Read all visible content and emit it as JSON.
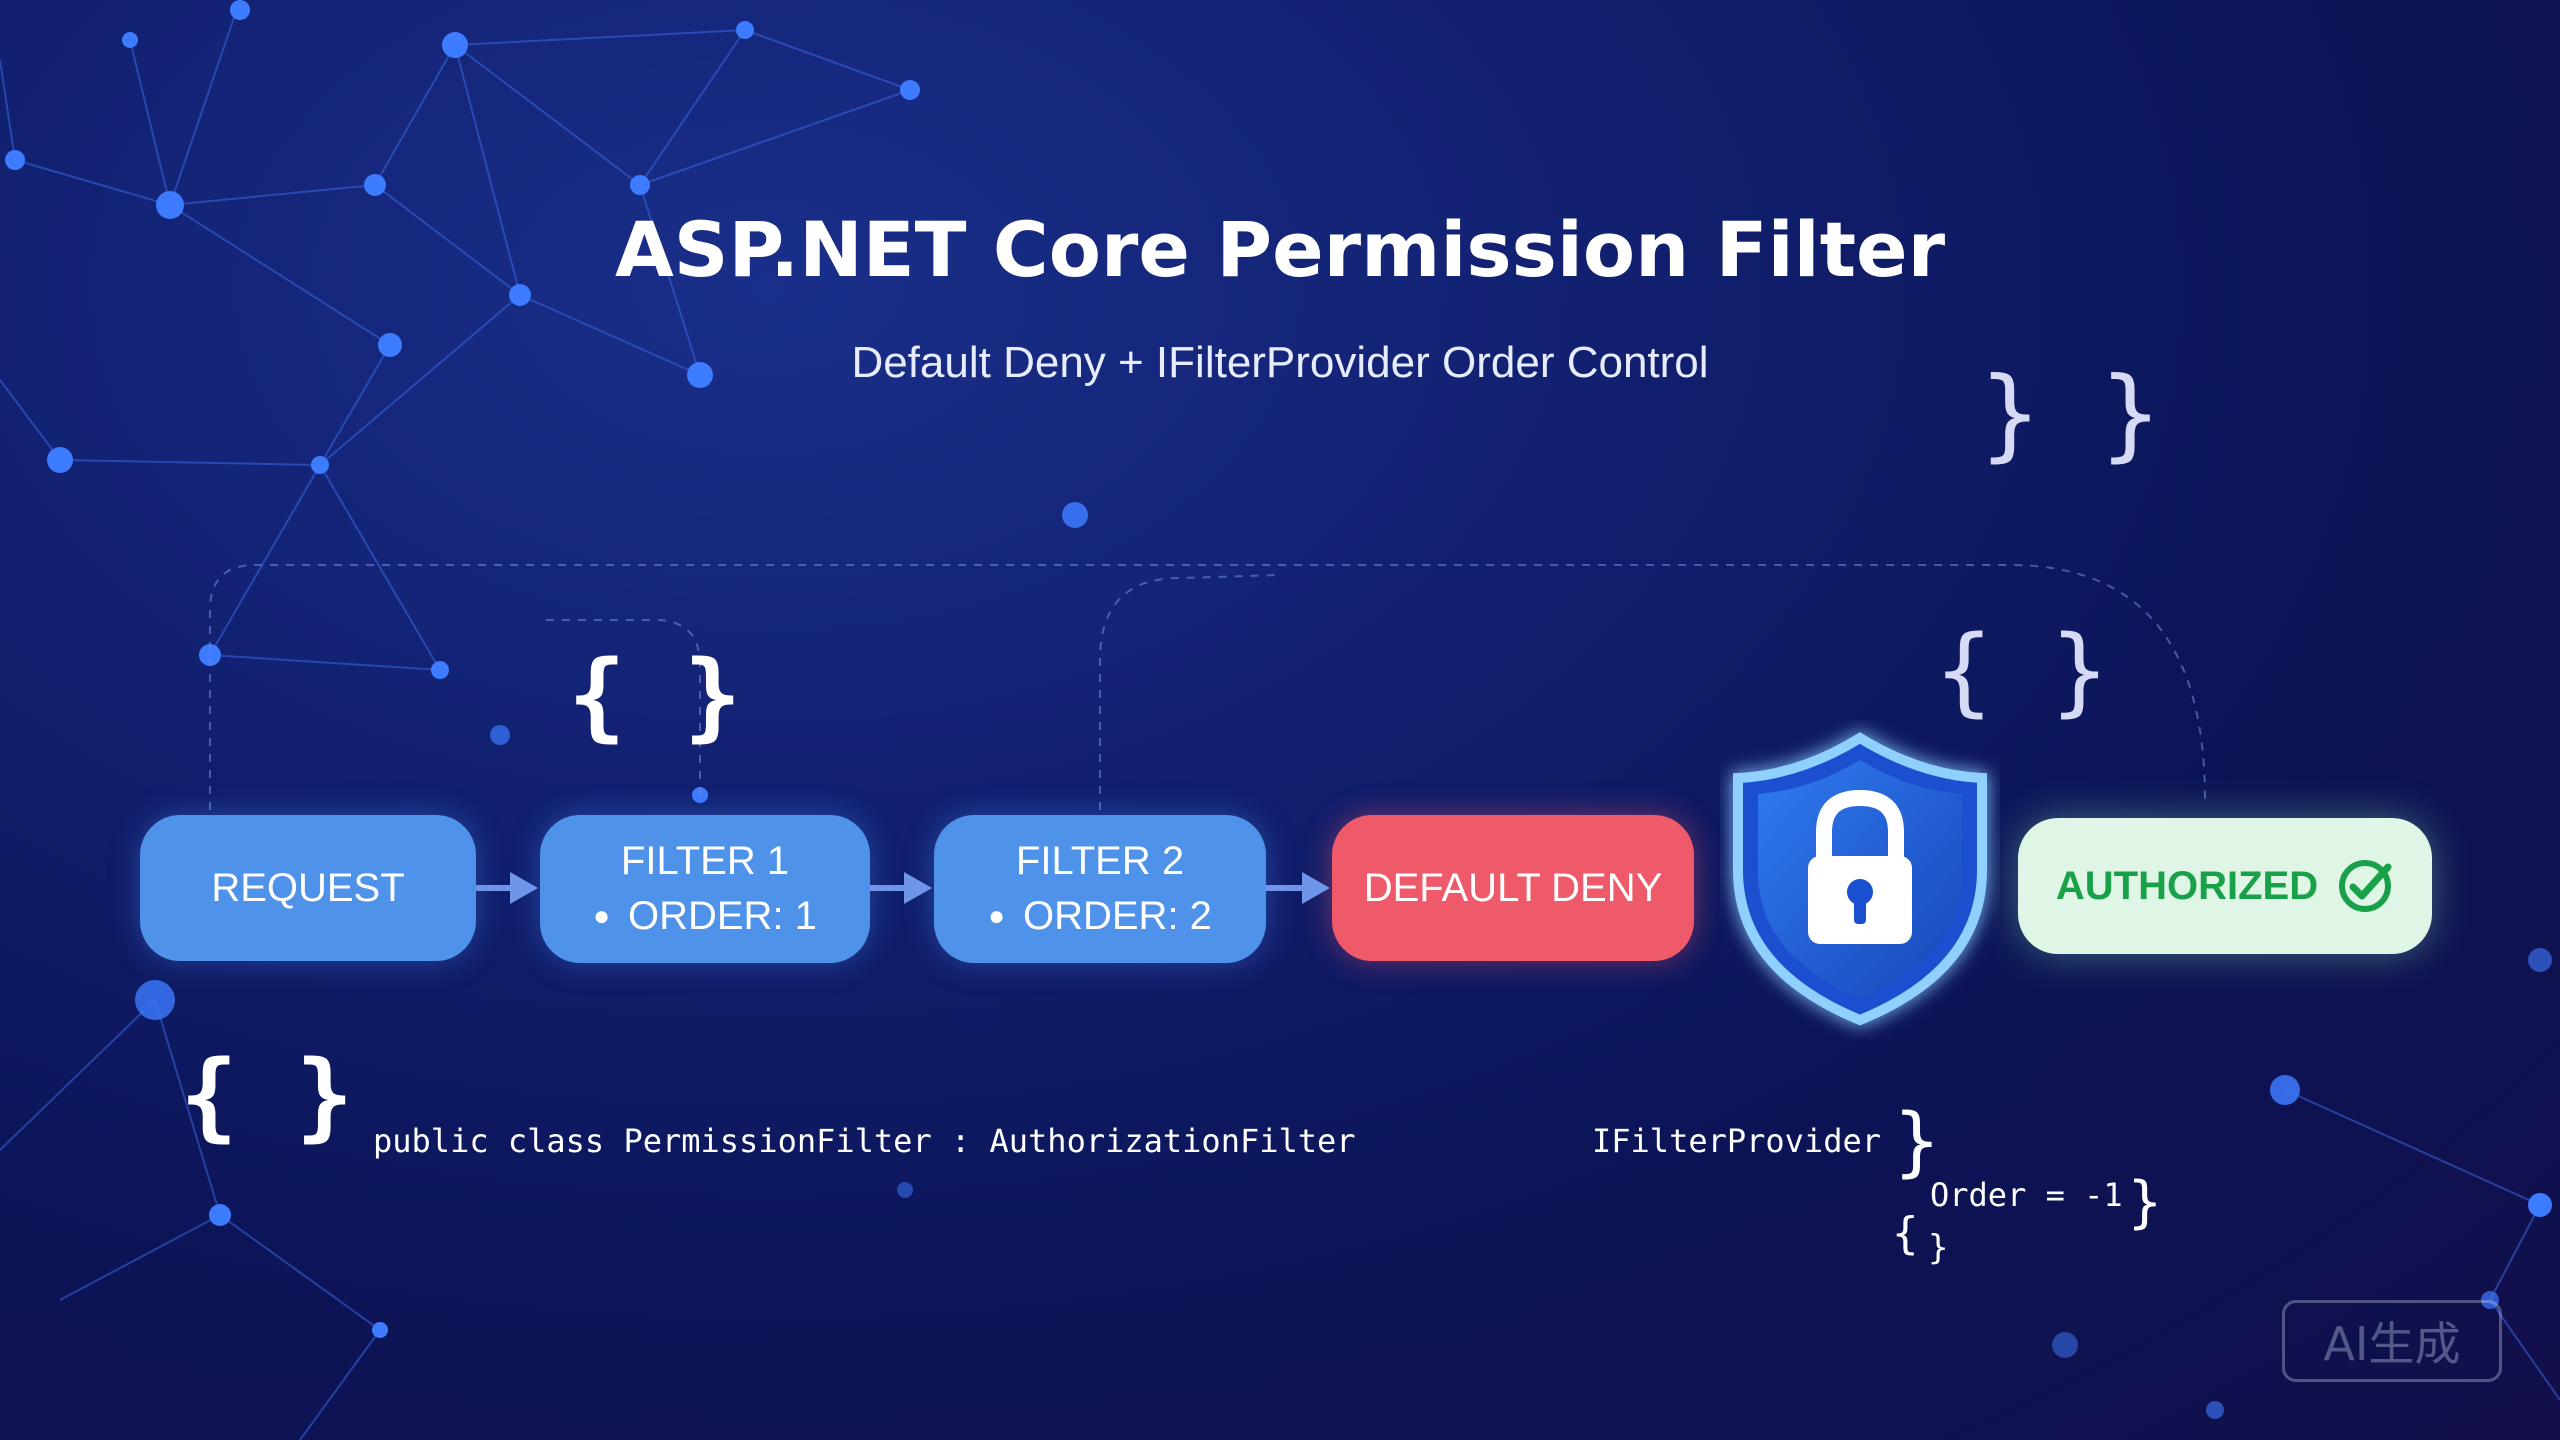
{
  "header": {
    "title": "ASP.NET Core Permission Filter",
    "subtitle": "Default Deny + IFilterProvider Order Control"
  },
  "flow": {
    "request": "REQUEST",
    "filter1": {
      "name": "FILTER 1",
      "order": "ORDER: 1"
    },
    "filter2": {
      "name": "FILTER 2",
      "order": "ORDER: 2"
    },
    "default_deny": "DEFAULT DENY",
    "authorized": "AUTHORIZED"
  },
  "code": {
    "class_decl": "public class PermissionFilter : AuthorizationFilter",
    "provider": "IFilterProvider",
    "order": "Order = -1"
  },
  "braces": {
    "pair": "{ }",
    "closing_pair": "} }",
    "close": "}",
    "open": "{"
  },
  "watermark": "AI生成",
  "colors": {
    "node_blue": "#4f92ea",
    "deny_red": "#ef5a6a",
    "authorized_bg": "#dff6e6",
    "authorized_text": "#19a14a",
    "shield_blue": "#1f5fd6"
  },
  "icons": {
    "arrow": "arrow-right-icon",
    "shield": "shield-lock-icon",
    "check": "check-circle-icon"
  }
}
